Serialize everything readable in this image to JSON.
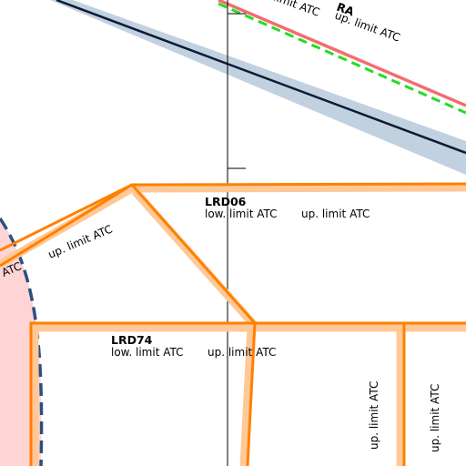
{
  "colors": {
    "background": "#ffffff",
    "airspace_boundary": "#ff8000",
    "airspace_buffer": "#ffc896",
    "tra_fill": "#c2d1e0",
    "tra_line": "#0d1b33",
    "tra_red_line": "#f26d6d",
    "tra_green_dash": "#22dd22",
    "restricted_fill": "#ffd4d4",
    "restricted_dash": "#2a5080",
    "grid_line": "#000000"
  },
  "zones": {
    "tra": {
      "name_partial": "RA",
      "limit_label_low": "limit ATC",
      "limit_label_up": "up. limit ATC"
    },
    "lrd06": {
      "name": "LRD06",
      "low_limit": "low. limit ATC",
      "up_limit": "up. limit ATC"
    },
    "lrd06_west_corridor": {
      "up_limit": "up. limit ATC",
      "partial_label": "ATC"
    },
    "lrd74": {
      "name": "LRD74",
      "low_limit": "low. limit ATC",
      "up_limit": "up. limit ATC"
    },
    "east_sector_1": {
      "up_limit": "up. limit ATC"
    },
    "east_sector_2": {
      "up_limit": "up. limit ATC"
    }
  }
}
